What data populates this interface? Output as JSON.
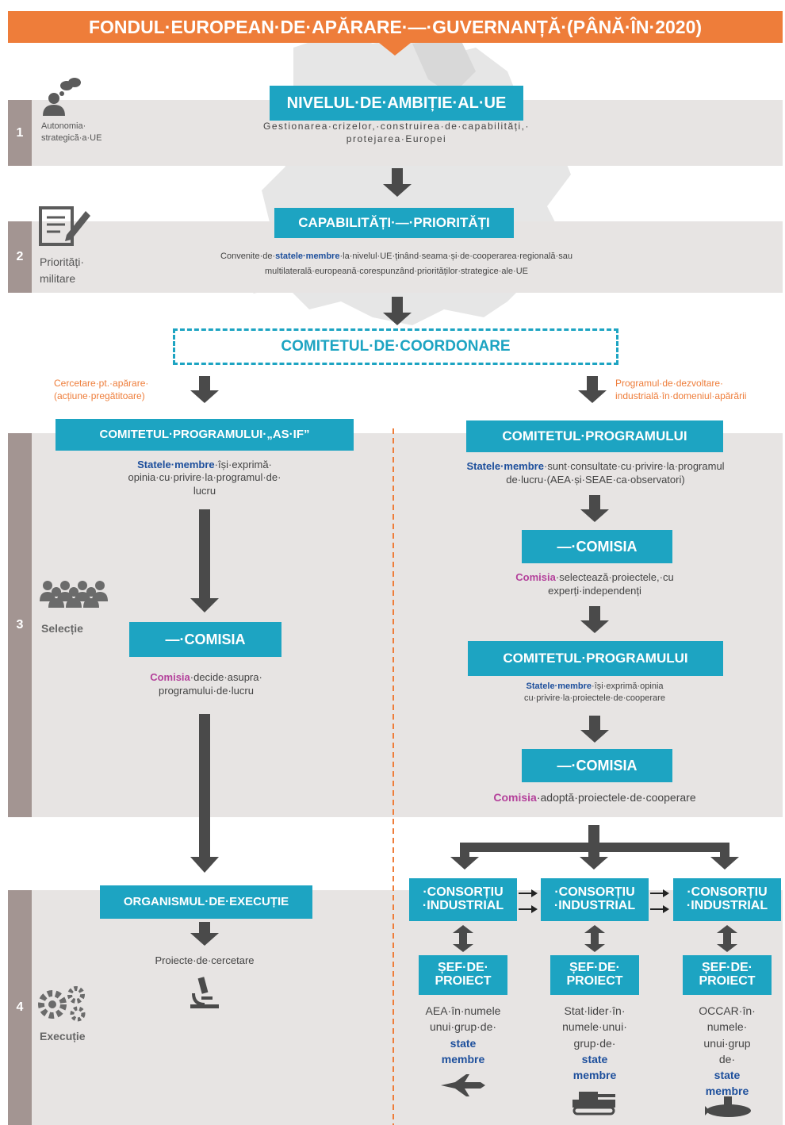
{
  "title": "FONDUL·EUROPEAN·DE·APĂRARE·—·GUVERNANȚĂ·(PÂNĂ·ÎN·2020)",
  "colors": {
    "orange": "#ee7d3a",
    "teal": "#1da4c2",
    "band": "#e7e4e3",
    "number_bar": "#a39592",
    "arrow": "#4a4a4a",
    "blue_text": "#1d4f9c",
    "pink_text": "#b4419b"
  },
  "row1": {
    "number": "1",
    "icon": "people-thought-bubble-icon",
    "side_label": [
      "Autonomia·",
      "strategică·a·UE"
    ],
    "box": "NIVELUL·DE·AMBIȚIE·AL·UE",
    "text": [
      "Gestionarea·crizelor,·construirea·de·capabilități,·",
      "protejarea·Europei"
    ]
  },
  "row2": {
    "number": "2",
    "icon": "document-pen-icon",
    "side_label": [
      "Priorități·",
      "militare"
    ],
    "box": "CAPABILITĂȚI·—·PRIORITĂȚI",
    "text_parts": [
      "Convenite·de·",
      "statele·membre",
      "·la·nivelul·UE·ținând·seama·și·de·cooperarea·regională·sau"
    ],
    "text_line2": "multilaterală·europeană·corespunzând·priorităților·strategice·ale·UE"
  },
  "coordination": {
    "box": "COMITETUL·DE·COORDONARE",
    "left_note": [
      "Cercetare·pt.·apărare·",
      "(acțiune·pregătitoare)"
    ],
    "right_note": [
      "Programul·de·dezvoltare·",
      "industrială·în·domeniul·apărării"
    ]
  },
  "row3": {
    "number": "3",
    "icon": "group-people-icon",
    "side_label": "Selecție",
    "left": {
      "committee": "COMITETUL·PROGRAMULUI·„AS·IF”",
      "committee_text": [
        "Statele·membre",
        "·își·exprimă·",
        "opinia·cu·privire·la·programul·de·",
        "lucru"
      ],
      "commission": "—·COMISIA",
      "commission_text": [
        "Comisia",
        "·decide·asupra·",
        "programului·de·lucru"
      ]
    },
    "right": {
      "committee": "COMITETUL·PROGRAMULUI",
      "committee_text": [
        "Statele·membre",
        "·sunt·consultate·cu·privire·la·programul",
        "de·lucru·(AEA·și·SEAE·ca·observatori)"
      ],
      "commission1": "—·COMISIA",
      "commission1_text": [
        "Comisia",
        "·selectează·proiectele,·cu",
        "experți·independenți"
      ],
      "committee2": "COMITETUL·PROGRAMULUI",
      "committee2_text": [
        "Statele·membre",
        "·își·exprimă·opinia",
        "cu·privire·la·proiectele·de·cooperare"
      ],
      "commission2": "—·COMISIA",
      "commission2_text": [
        "Comisia",
        "·adoptă·proiectele·de·cooperare"
      ]
    }
  },
  "row4": {
    "number": "4",
    "icon": "gears-icon",
    "side_label": "Execuție",
    "exec_body": "ORGANISMUL·DE·EXECUȚIE",
    "research": "Proiecte·de·cercetare",
    "research_icon": "microscope-icon",
    "consortia": [
      {
        "box": [
          "·CONSORȚIU",
          "·INDUSTRIAL"
        ],
        "manager": [
          "ȘEF·DE·",
          "PROIECT"
        ],
        "desc": [
          "AEA·în·numele",
          "unui·grup·de·"
        ],
        "bold": [
          "state",
          "membre"
        ],
        "icon": "fighter-jet-icon"
      },
      {
        "box": [
          "·CONSORȚIU",
          "·INDUSTRIAL"
        ],
        "manager": [
          "ȘEF·DE·",
          "PROIECT"
        ],
        "desc": [
          "Stat·lider·în·",
          "numele·unui·",
          "grup·de·"
        ],
        "bold": [
          "state",
          "membre"
        ],
        "icon": "tank-icon"
      },
      {
        "box": [
          "·CONSORȚIU",
          "·INDUSTRIAL"
        ],
        "manager": [
          "ȘEF·DE·",
          "PROIECT"
        ],
        "desc": [
          "OCCAR·în·",
          "numele·",
          "unui·grup",
          "de·"
        ],
        "bold": [
          "state",
          "membre"
        ],
        "icon": "submarine-icon"
      }
    ]
  }
}
